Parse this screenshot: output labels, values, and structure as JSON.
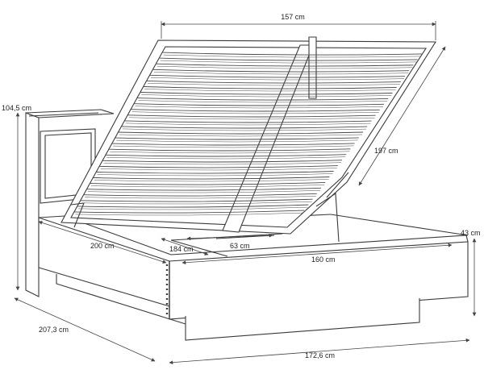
{
  "dimensions": {
    "lid_width": "157 cm",
    "headboard_height": "104,5 cm",
    "lid_length": "197 cm",
    "frame_height": "43 cm",
    "inner_length": "200 cm",
    "inner_depth": "184 cm",
    "opening_width": "63 cm",
    "inner_width": "160 cm",
    "overall_length": "207,3 cm",
    "overall_width": "172,6 cm"
  },
  "colors": {
    "line": "#3a3a3a",
    "dim_line": "#444444",
    "background": "#ffffff",
    "slat": "#e8e8e8"
  }
}
